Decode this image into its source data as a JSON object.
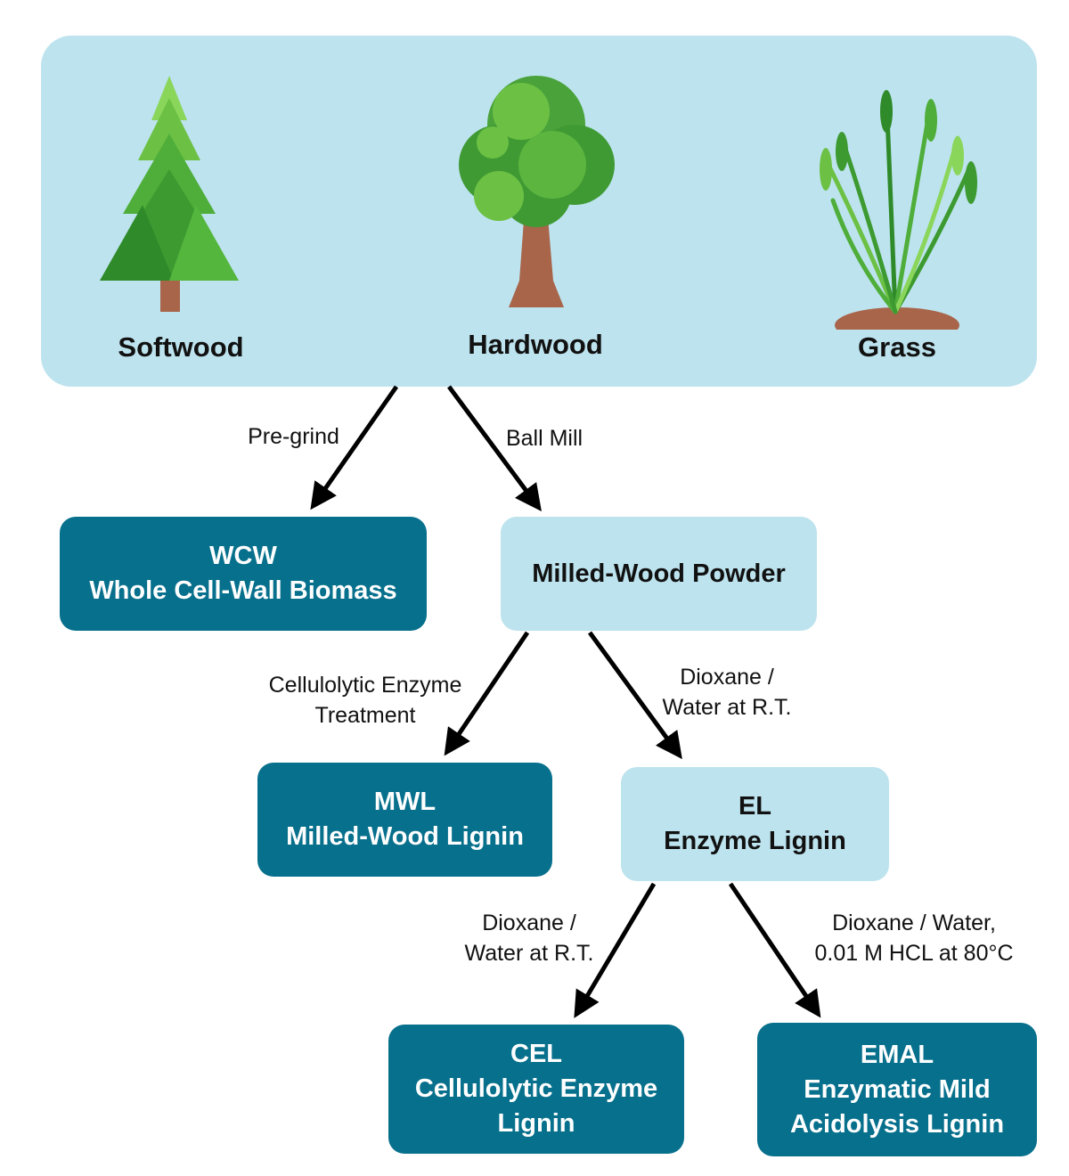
{
  "sources": [
    {
      "id": "softwood",
      "label": "Softwood",
      "icon": "pine-tree-icon"
    },
    {
      "id": "hardwood",
      "label": "Hardwood",
      "icon": "deciduous-tree-icon"
    },
    {
      "id": "grass",
      "label": "Grass",
      "icon": "grass-icon"
    }
  ],
  "edges": {
    "pregrind": {
      "label": "Pre-grind"
    },
    "ballmill": {
      "label": "Ball Mill"
    },
    "enzyme": {
      "line1": "Cellulolytic Enzyme",
      "line2": "Treatment"
    },
    "dioxane1": {
      "line1": "Dioxane /",
      "line2": "Water at R.T."
    },
    "dioxane2": {
      "line1": "Dioxane /",
      "line2": "Water at R.T."
    },
    "acid": {
      "line1": "Dioxane / Water,",
      "line2": "0.01 M HCL at 80°C"
    }
  },
  "nodes": {
    "wcw": {
      "abbr": "WCW",
      "name": "Whole Cell-Wall Biomass"
    },
    "mwp": {
      "name": "Milled-Wood Powder"
    },
    "mwl": {
      "abbr": "MWL",
      "name": "Milled-Wood Lignin"
    },
    "el": {
      "abbr": "EL",
      "name": "Enzyme Lignin"
    },
    "cel": {
      "abbr": "CEL",
      "name_line1": "Cellulolytic Enzyme",
      "name_line2": "Lignin"
    },
    "emal": {
      "abbr": "EMAL",
      "name_line1": "Enzymatic Mild",
      "name_line2": "Acidolysis Lignin"
    }
  },
  "colors": {
    "panel": "#bde3ee",
    "dark_node": "#07708c",
    "light_node": "#bde3ee",
    "arrow": "#000000"
  }
}
